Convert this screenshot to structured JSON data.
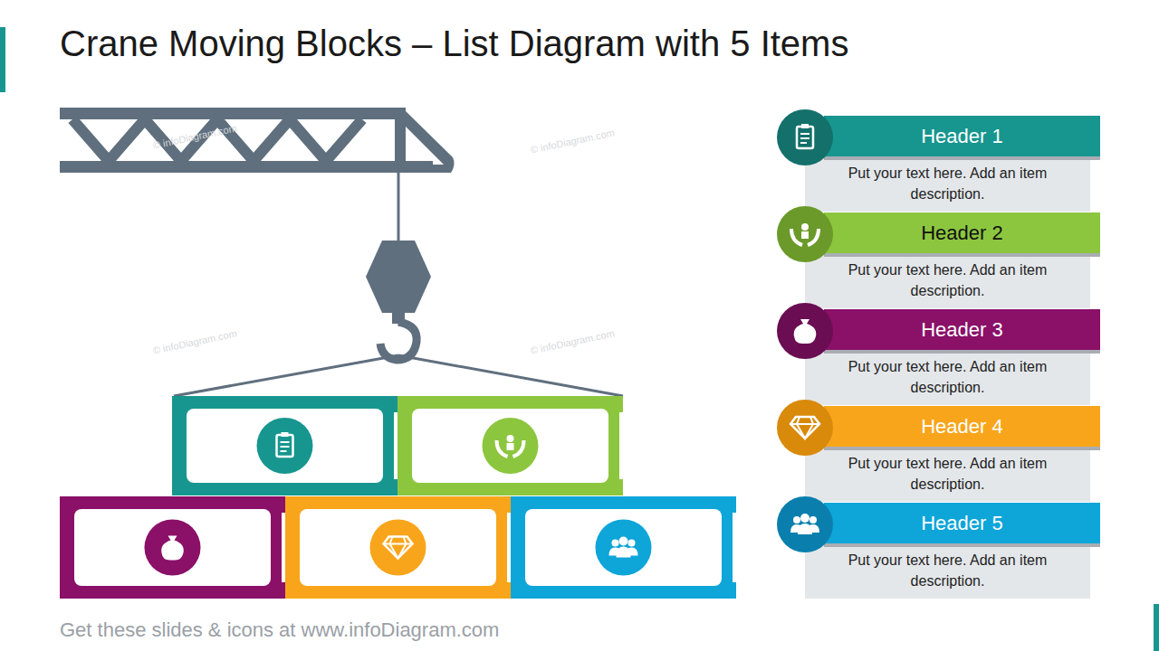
{
  "diagram": {
    "title": "Crane Moving Blocks – List Diagram with 5 Items",
    "caption": "Get these slides & icons at www.infoDiagram.com",
    "nodes": [
      {
        "text": [
          "Header 1",
          "Put your text here. Add an item description."
        ]
      },
      {
        "text": [
          "Header 2",
          "Put your text here. Add an item description."
        ]
      },
      {
        "text": [
          "Header 3",
          "Put your text here. Add an item description."
        ]
      },
      {
        "text": [
          "Header 4",
          "Put your text here. Add an item description."
        ]
      },
      {
        "text": [
          "Header 5",
          "Put your text here. Add an item description."
        ]
      }
    ],
    "labels": [
      "© infoDiagram.com",
      "© infoDiagram.com",
      "© infoDiagram.com",
      "© infoDiagram.com"
    ]
  }
}
